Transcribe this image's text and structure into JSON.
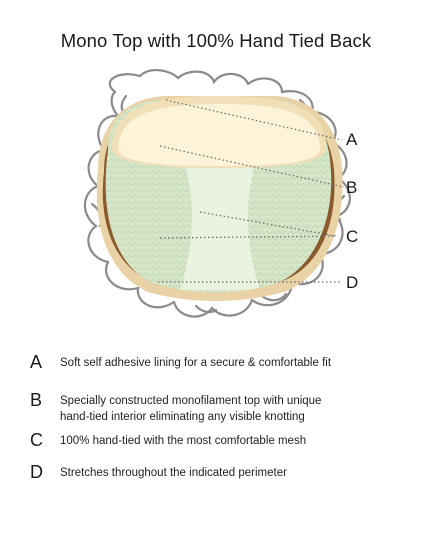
{
  "title": "Mono Top with 100% Hand Tied Back",
  "callouts": [
    "A",
    "B",
    "C",
    "D"
  ],
  "legend": [
    {
      "letter": "A",
      "lines": [
        "Soft self adhesive lining for a secure & comfortable fit"
      ]
    },
    {
      "letter": "B",
      "lines": [
        "Specially constructed monofilament top with unique",
        "hand-tied interior eliminating any visible knotting"
      ]
    },
    {
      "letter": "C",
      "lines": [
        "100% hand-tied with the most comfortable mesh"
      ]
    },
    {
      "letter": "D",
      "lines": [
        "Stretches throughout the indicated perimeter"
      ]
    }
  ],
  "colors": {
    "hair_outline": "#8a8a8a",
    "rim": "#e9d2a6",
    "lace_band": "#8a5a2c",
    "mono_top": "#fdf3d8",
    "mesh": "#d8e7cc",
    "mesh_center": "#eaf2e0",
    "leader_line": "#666666"
  }
}
